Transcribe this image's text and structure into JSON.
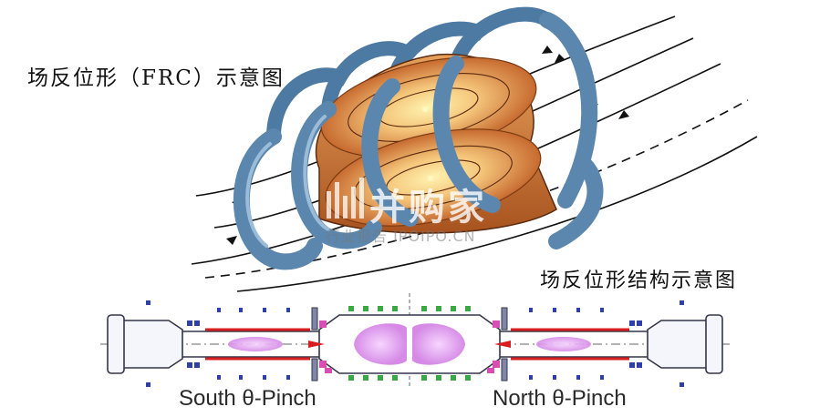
{
  "labels": {
    "frc_diagram": "场反位形（FRC）示意图",
    "structure_diagram": "场反位形结构示意图",
    "south": "South θ-Pinch",
    "north": "North θ-Pinch"
  },
  "watermark": {
    "brand": "并购家",
    "sub": "行业报告 IPOIPO.CN"
  },
  "colors": {
    "coil": "#5b86ad",
    "plasma_outer": "#c9793a",
    "plasma_core": "#f3d08a",
    "field_line": "#111111",
    "magnet_blue": "#2f3fa8",
    "magnet_green": "#3aa845",
    "magnet_pink": "#d84fb3",
    "beam_red": "#d81f1f",
    "plasma_violet": "#d67ce8"
  }
}
